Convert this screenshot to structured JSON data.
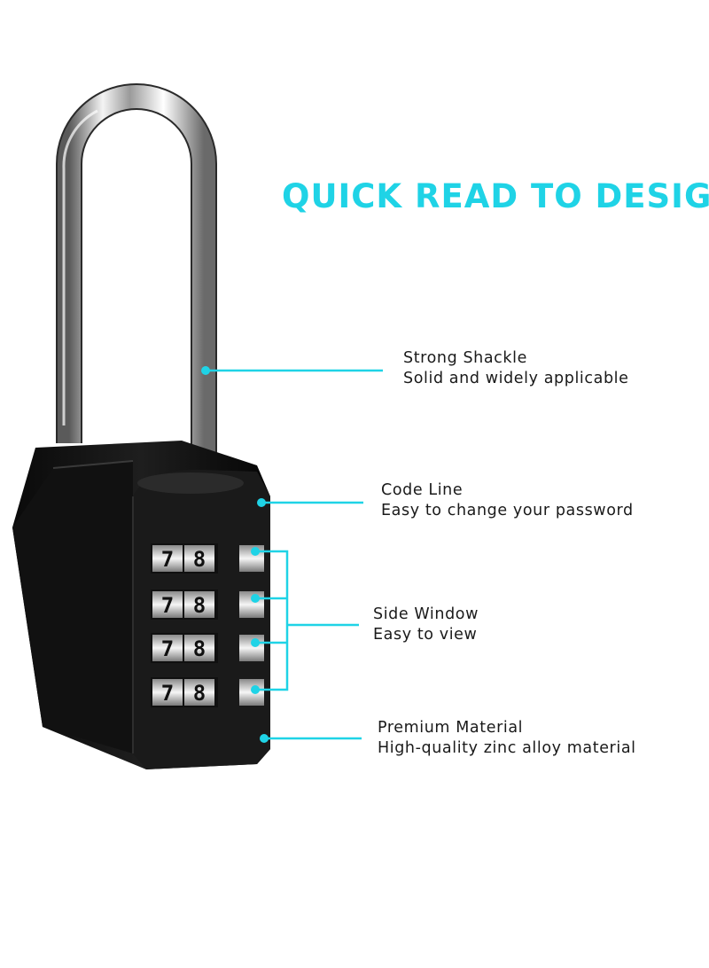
{
  "headline": "QUICK READ TO DESIGN",
  "accent_color": "#1fd3e6",
  "features": [
    {
      "title": "Strong Shackle",
      "subtitle": "Solid and widely applicable"
    },
    {
      "title": "Code Line",
      "subtitle": "Easy to change your password"
    },
    {
      "title": "Side Window",
      "subtitle": "Easy to view"
    },
    {
      "title": "Premium Material",
      "subtitle": "High-quality zinc alloy material"
    }
  ],
  "dials": [
    {
      "left_digit": "7",
      "right_digit": "8"
    },
    {
      "left_digit": "7",
      "right_digit": "8"
    },
    {
      "left_digit": "7",
      "right_digit": "8"
    },
    {
      "left_digit": "7",
      "right_digit": "8"
    }
  ]
}
